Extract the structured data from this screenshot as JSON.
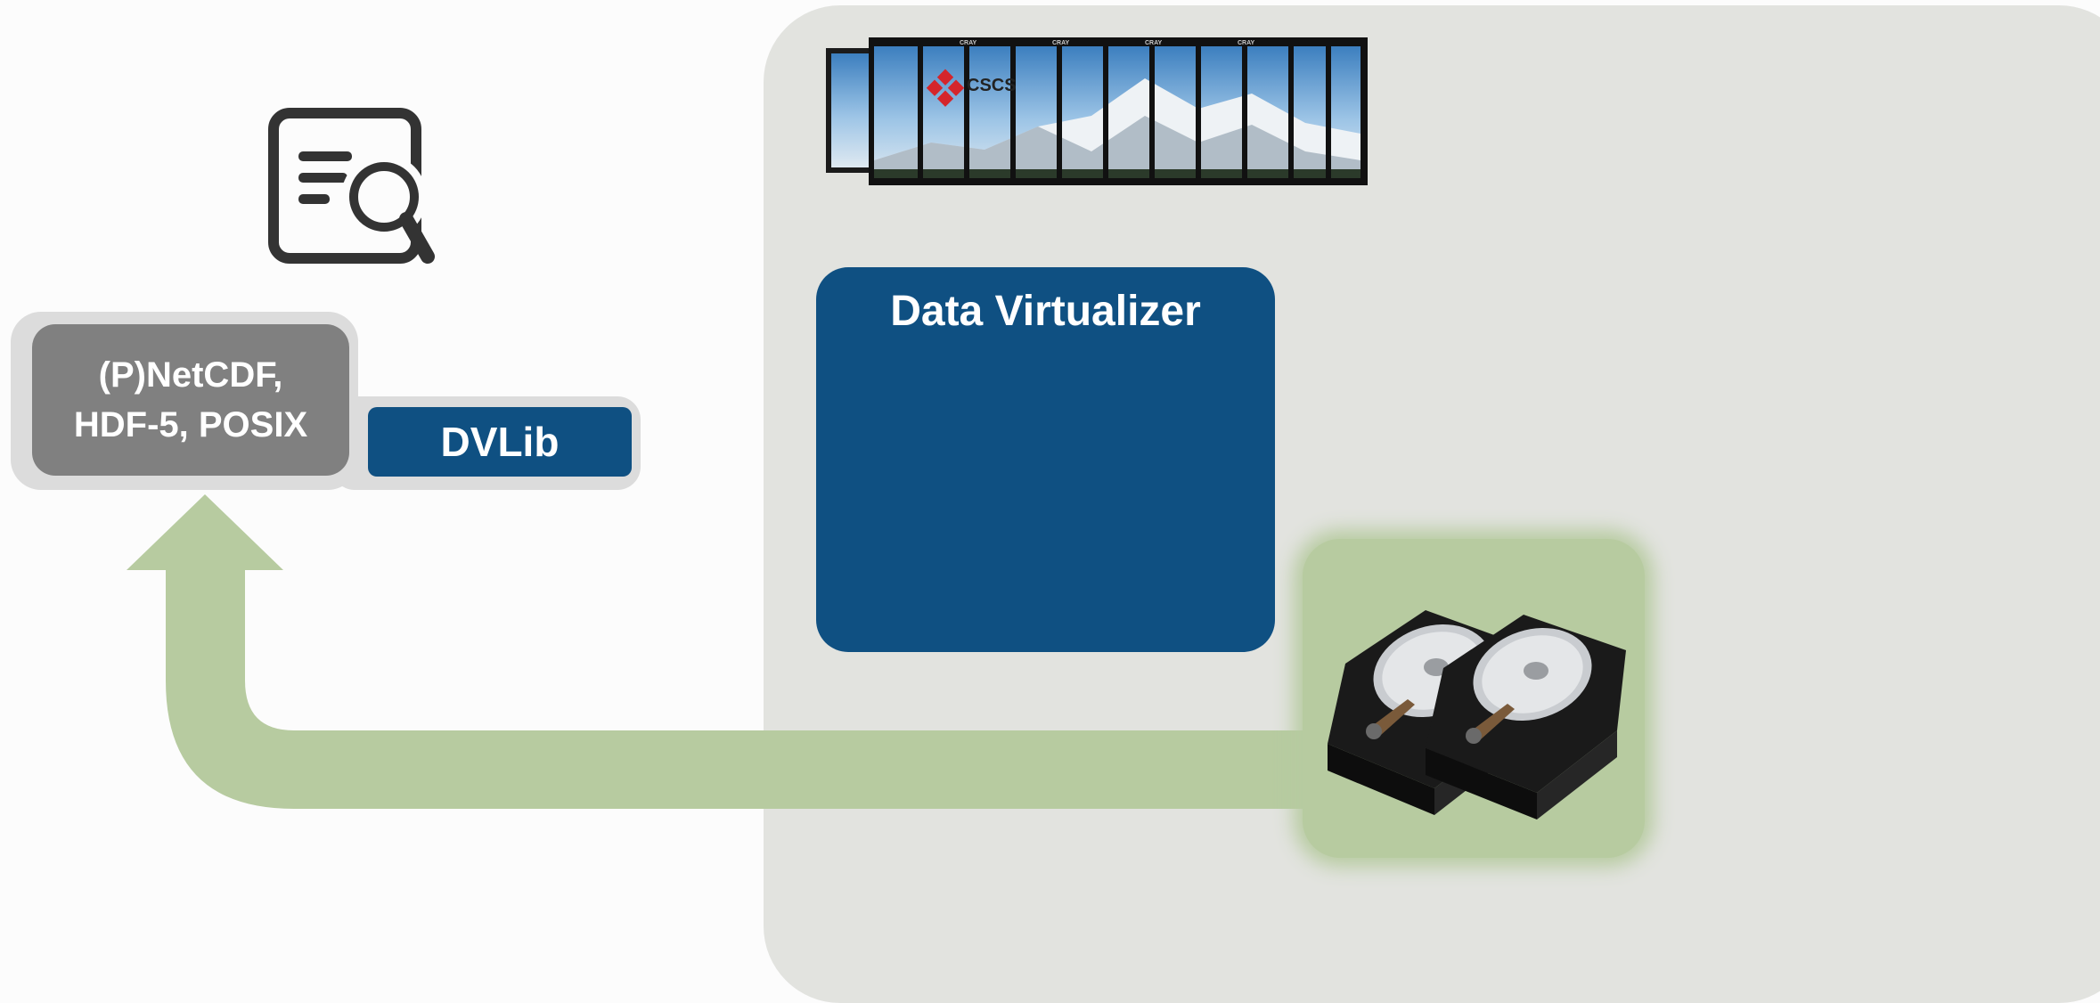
{
  "client": {
    "formats_line1": "(P)NetCDF,",
    "formats_line2": "HDF-5, POSIX",
    "library": "DVLib"
  },
  "server": {
    "virtualizer_label": "Data Virtualizer",
    "machine_logo_text": "CSCS",
    "cabinet_brand": "CRAY"
  },
  "colors": {
    "panel": "#e2e3df",
    "navy": "#0f5082",
    "gray": "#808080",
    "green": "#b7cba0"
  },
  "icons": {
    "analysis": "document-search-icon",
    "storage": "hard-disk-icon",
    "machine": "supercomputer-icon",
    "flow": "up-arrow-icon"
  }
}
